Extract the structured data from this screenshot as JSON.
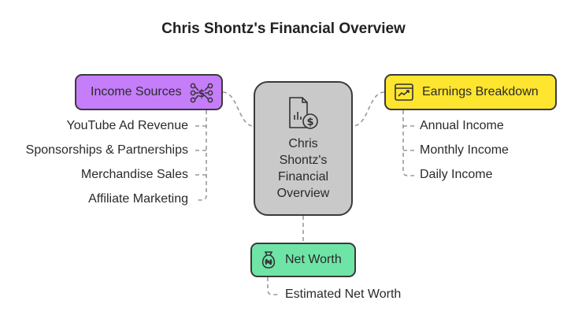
{
  "title": "Chris Shontz's Financial Overview",
  "center": {
    "lines": [
      "Chris",
      "Shontz's",
      "Financial",
      "Overview"
    ],
    "icon": "financial-document-icon"
  },
  "income_sources": {
    "label": "Income Sources",
    "icon": "network-dollar-icon",
    "color": "#c57dfa",
    "items": [
      "YouTube Ad Revenue",
      "Sponsorships & Partnerships",
      "Merchandise Sales",
      "Affiliate Marketing"
    ]
  },
  "earnings_breakdown": {
    "label": "Earnings Breakdown",
    "icon": "chart-card-icon",
    "color": "#fde530",
    "items": [
      "Annual Income",
      "Monthly Income",
      "Daily Income"
    ]
  },
  "net_worth": {
    "label": "Net Worth",
    "icon": "money-bag-icon",
    "color": "#6ee5a6",
    "items": [
      "Estimated Net Worth"
    ]
  }
}
